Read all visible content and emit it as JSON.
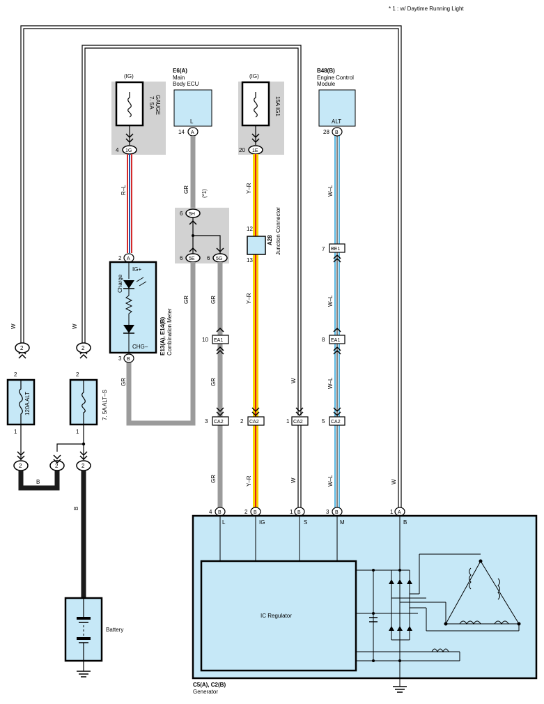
{
  "note": "* 1 : w/ Daytime Running Light",
  "colors": {
    "component_fill": "#c6e8f7",
    "shade": "#d2d2d2",
    "wire_gray": "#9b9b9b",
    "wire_black": "#1a1a1a",
    "wire_red": "#d42a2a",
    "wire_blue": "#2255aa",
    "wire_yellow": "#f7d400",
    "wire_yr_red": "#e02020",
    "wire_cyan": "#5ab6e0"
  },
  "fuse_gauge": {
    "supply": "(IG)",
    "rating": "7. 5A",
    "name": "GAUGE",
    "pin": "4",
    "connector": "1G"
  },
  "ecu": {
    "code": "E6(A)",
    "line1": "Main",
    "line2": "Body ECU",
    "terminal": "L",
    "pin": "14",
    "connector": "A"
  },
  "fuse_ig1": {
    "supply": "(IG)",
    "rating": "15A IG1",
    "pin": "20",
    "connector": "1E"
  },
  "ecm": {
    "code": "B48(B)",
    "line1": "Engine Control",
    "line2": "Module",
    "terminal": "ALT",
    "pin": "28",
    "connector": "B"
  },
  "wires": {
    "w_left": "W",
    "w_mid": "W",
    "rl": "R–L",
    "gr_top": "GR",
    "dr1": "(*1)",
    "yr_top": "Y–R",
    "wl_top": "W–L",
    "gr_mid": "GR",
    "gr_center": "GR",
    "yr_mid": "Y–R",
    "wl_mid": "W–L",
    "gr_lower": "GR",
    "gr_meter": "GR",
    "w_s": "W",
    "wl_lower": "W–L",
    "b_link": "B",
    "b_battery": "B",
    "gr_bottom": "GR",
    "yr_bottom": "Y–R",
    "w_bottom": "W",
    "wl_bottom": "W–L",
    "w_right": "W"
  },
  "junction_5h": {
    "pin": "6",
    "connector": "5H"
  },
  "junction_5e": {
    "pin": "6",
    "connector": "5E"
  },
  "junction_5g": {
    "pin": "6",
    "connector": "5G"
  },
  "junction_connector": {
    "code": "A28",
    "name": "Junction Connector",
    "pin_top": "12",
    "pin_bottom": "13"
  },
  "be1": {
    "pin": "7",
    "connector": "BE1"
  },
  "meter": {
    "code": "E13(A), E14(B)",
    "name": "Combination Meter",
    "top_pin": "2",
    "top_connector": "A",
    "ig_label": "IG+",
    "charge_label": "Charge",
    "chg_label": "CHG–",
    "bottom_pin": "3",
    "bottom_connector": "B"
  },
  "ea1_left": {
    "pin": "10",
    "connector": "EA1"
  },
  "ea1_right": {
    "pin": "8",
    "connector": "EA1"
  },
  "ca2": [
    {
      "pin": "3",
      "connector": "CA2"
    },
    {
      "pin": "2",
      "connector": "CA2"
    },
    {
      "pin": "1",
      "connector": "CA2"
    },
    {
      "pin": "5",
      "connector": "CA2"
    }
  ],
  "fuse_120a": {
    "name": "120A ALT",
    "pin_top": "2",
    "pin_bottom": "1",
    "connector_top": "2",
    "connector_bottom": "2"
  },
  "fuse_alts": {
    "name": "7. 5A ALT–S",
    "pin_top": "2",
    "pin_bottom": "1",
    "connector_top": "2",
    "connector_bottom": "2"
  },
  "link_connector": "2",
  "battery": {
    "label": "Battery"
  },
  "generator": {
    "code": "C5(A), C2(B)",
    "name": "Generator",
    "regulator": "IC Regulator",
    "terminals": [
      {
        "pin": "4",
        "connector": "B",
        "label": "L"
      },
      {
        "pin": "2",
        "connector": "B",
        "label": "IG"
      },
      {
        "pin": "1",
        "connector": "B",
        "label": "S"
      },
      {
        "pin": "3",
        "connector": "B",
        "label": "M"
      },
      {
        "pin": "1",
        "connector": "A",
        "label": "B"
      }
    ]
  }
}
